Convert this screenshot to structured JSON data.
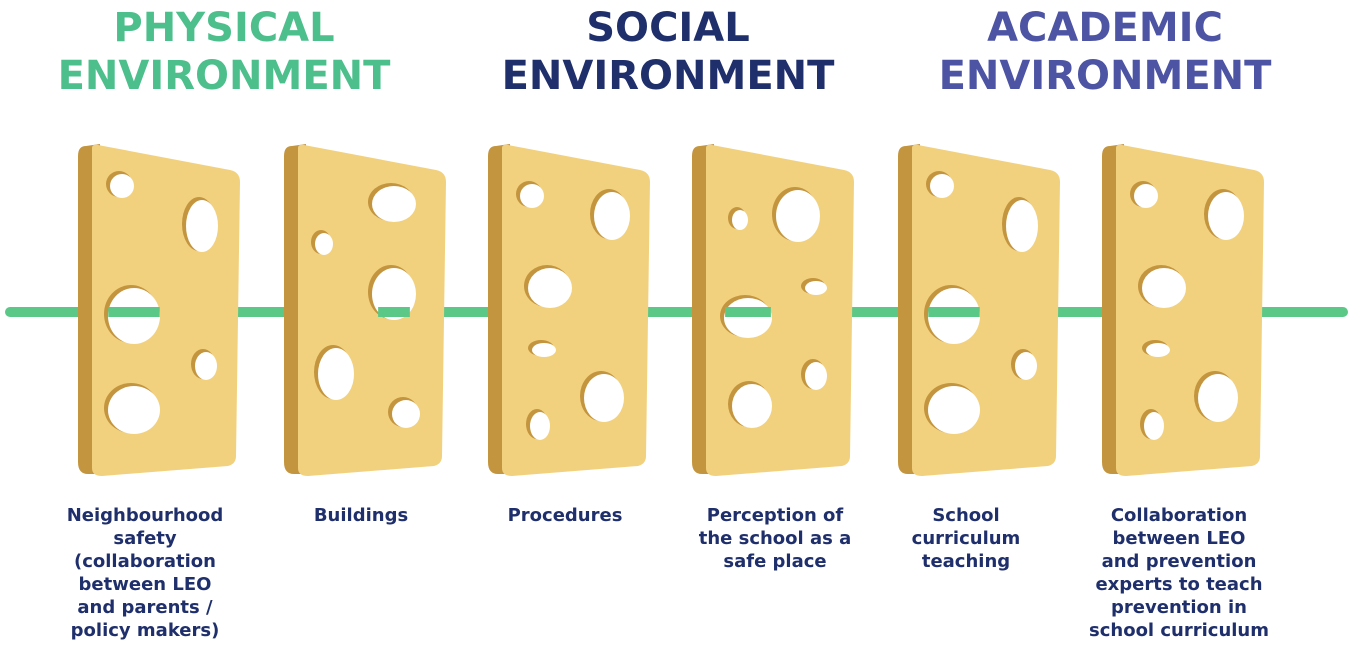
{
  "headings": [
    {
      "lines": [
        "PHYSICAL",
        "ENVIRONMENT"
      ],
      "color": "#4dbf8c"
    },
    {
      "lines": [
        "SOCIAL",
        "ENVIRONMENT"
      ],
      "color": "#1f2f6b"
    },
    {
      "lines": [
        "ACADEMIC",
        "ENVIRONMENT"
      ],
      "color": "#4c54a3"
    }
  ],
  "slices": [
    {
      "lines": [
        "Neighbourhood",
        "safety",
        "(collaboration",
        "between LEO",
        "and parents /",
        "policy makers)"
      ]
    },
    {
      "lines": [
        "Buildings"
      ]
    },
    {
      "lines": [
        "Procedures"
      ]
    },
    {
      "lines": [
        "Perception of",
        "the school as a",
        "safe place"
      ]
    },
    {
      "lines": [
        "School",
        "curriculum",
        "teaching"
      ]
    },
    {
      "lines": [
        "Collaboration",
        "between LEO",
        "and prevention",
        "experts to teach",
        "prevention in",
        "school curriculum"
      ]
    }
  ],
  "colors": {
    "cheese": "#f2d17e",
    "cheese_edge": "#c4953f",
    "thread": "#5cc887",
    "label_text": "#1f2f6b"
  },
  "icons": {
    "slice": "swiss-cheese-slice-icon"
  }
}
